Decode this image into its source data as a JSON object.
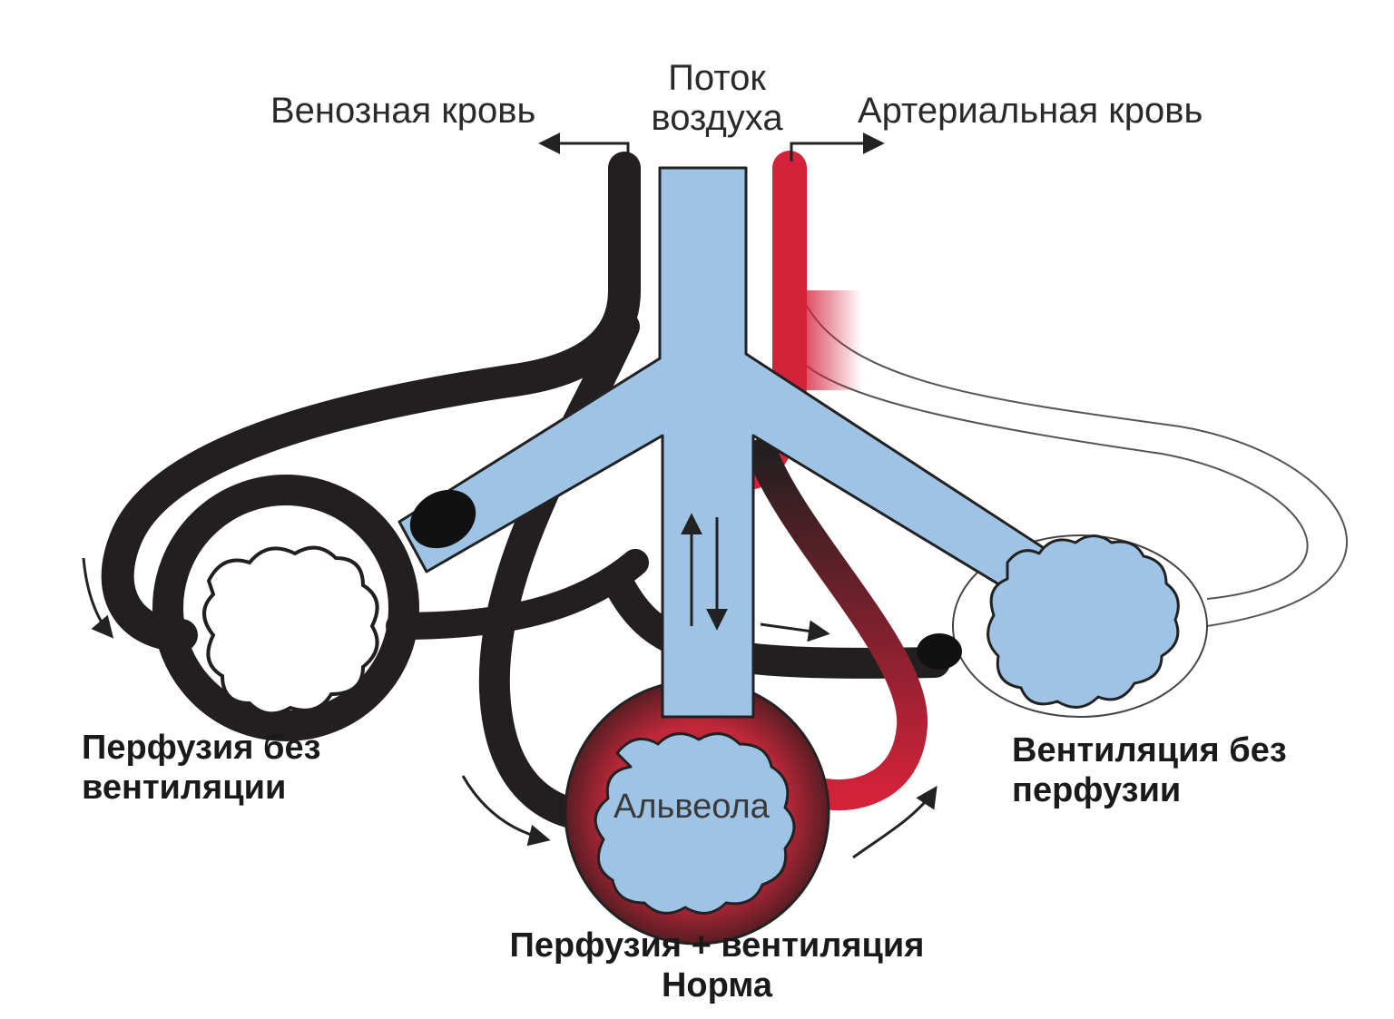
{
  "labels": {
    "venous_blood": "Венозная кровь",
    "air_flow_line1": "Поток",
    "air_flow_line2": "воздуха",
    "arterial_blood": "Артериальная кровь",
    "perfusion_no_vent_line1": "Перфузия без",
    "perfusion_no_vent_line2": "вентиляции",
    "vent_no_perfusion_line1": "Вентиляция без",
    "vent_no_perfusion_line2": "перфузии",
    "alveola": "Альвеола",
    "normal_line1": "Перфузия + вентиляция",
    "normal_line2": "Норма"
  },
  "colors": {
    "venous": "#231f20",
    "arterial": "#d4223a",
    "airway": "#9ec3e4",
    "background": "#ffffff"
  }
}
